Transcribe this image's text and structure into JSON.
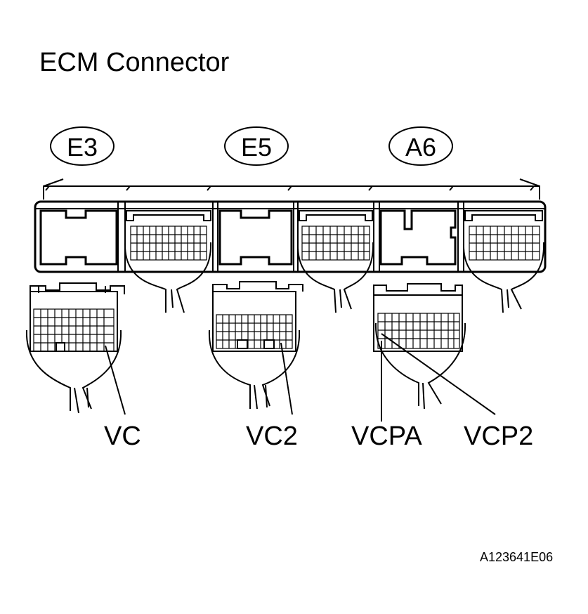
{
  "title": "ECM Connector",
  "reference_code": "A123641E06",
  "connectors": [
    {
      "id": "E3"
    },
    {
      "id": "E5"
    },
    {
      "id": "A6"
    }
  ],
  "terminals": [
    {
      "label": "VC"
    },
    {
      "label": "VC2"
    },
    {
      "label": "VCPA"
    },
    {
      "label": "VCP2"
    }
  ]
}
